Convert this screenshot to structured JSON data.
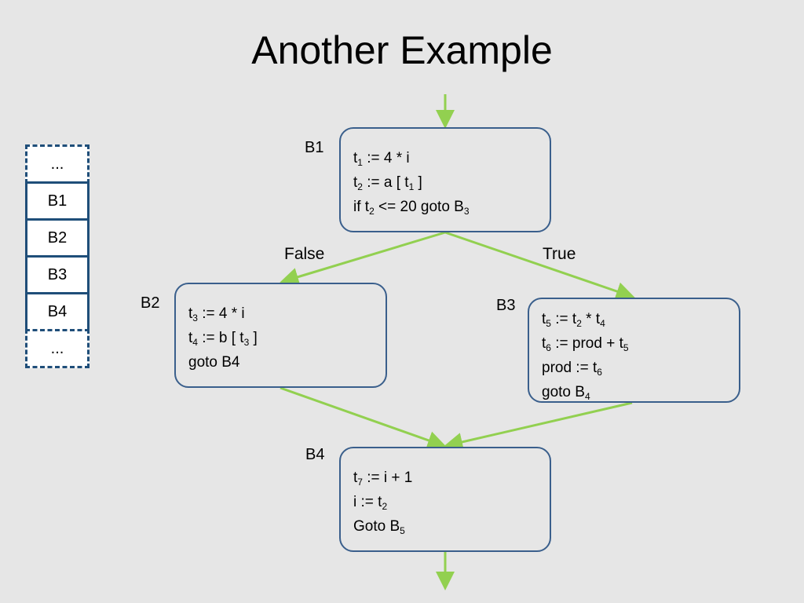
{
  "title": "Another Example",
  "stack": [
    "...",
    "B1",
    "B2",
    "B3",
    "B4",
    "..."
  ],
  "edge_labels": {
    "false": "False",
    "true": "True"
  },
  "blocks": {
    "b1": {
      "label": "B1",
      "lines": [
        [
          {
            "t": "t"
          },
          {
            "sub": "1"
          },
          {
            "t": " := 4 * i"
          }
        ],
        [
          {
            "t": "t"
          },
          {
            "sub": "2"
          },
          {
            "t": " := a [ t"
          },
          {
            "sub": "1"
          },
          {
            "t": " ]"
          }
        ],
        [
          {
            "t": "if t"
          },
          {
            "sub": "2"
          },
          {
            "t": " <= 20 goto B"
          },
          {
            "sub": "3"
          }
        ]
      ]
    },
    "b2": {
      "label": "B2",
      "lines": [
        [
          {
            "t": "t"
          },
          {
            "sub": "3"
          },
          {
            "t": " := 4 * i"
          }
        ],
        [
          {
            "t": "t"
          },
          {
            "sub": "4"
          },
          {
            "t": " := b [ t"
          },
          {
            "sub": "3"
          },
          {
            "t": " ]"
          }
        ],
        [
          {
            "t": "goto B4"
          }
        ]
      ]
    },
    "b3": {
      "label": "B3",
      "lines": [
        [
          {
            "t": "t"
          },
          {
            "sub": "5"
          },
          {
            "t": " := t"
          },
          {
            "sub": "2"
          },
          {
            "t": " * t"
          },
          {
            "sub": "4"
          }
        ],
        [
          {
            "t": "t"
          },
          {
            "sub": "6"
          },
          {
            "t": " := prod + t"
          },
          {
            "sub": "5"
          }
        ],
        [
          {
            "t": "prod := t"
          },
          {
            "sub": "6"
          }
        ],
        [
          {
            "t": "goto B"
          },
          {
            "sub": "4"
          }
        ]
      ]
    },
    "b4": {
      "label": "B4",
      "lines": [
        [
          {
            "t": "t"
          },
          {
            "sub": "7"
          },
          {
            "t": " := i + 1"
          }
        ],
        [
          {
            "t": "i := t"
          },
          {
            "sub": "2"
          }
        ],
        [
          {
            "t": "Goto B"
          },
          {
            "sub": "5"
          }
        ]
      ]
    }
  },
  "colors": {
    "edge": "#92d050",
    "block_border": "#3a5f8c",
    "stack_border": "#1f4e79"
  }
}
